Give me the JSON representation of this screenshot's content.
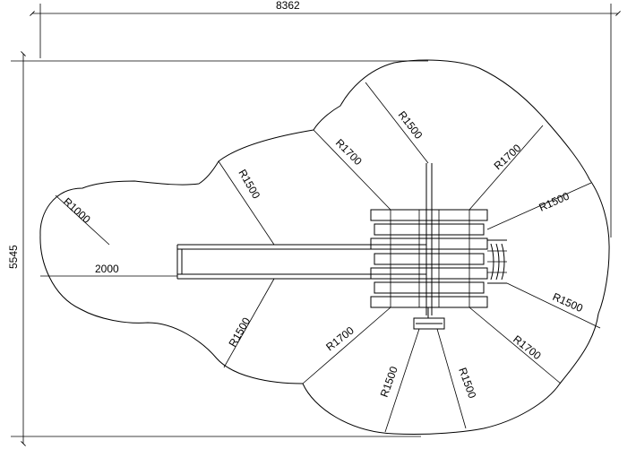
{
  "dimensions": {
    "overall_width": "8362",
    "overall_height": "5545",
    "slide_length": "2000"
  },
  "radii": {
    "left_end": "R1000",
    "upper_left_lobe": "R1500",
    "upper_mid_lobe": "R1700",
    "upper_top_lobe": "R1500",
    "upper_right_lobe": "R1700",
    "right_upper_lobe": "R1500",
    "right_lower_lobe": "R1500",
    "lower_right_lobe": "R1700",
    "lower_right_mid": "R1500",
    "lower_left_mid": "R1500",
    "lower_mid_lobe": "R1700",
    "lower_left_lobe": "R1500"
  }
}
